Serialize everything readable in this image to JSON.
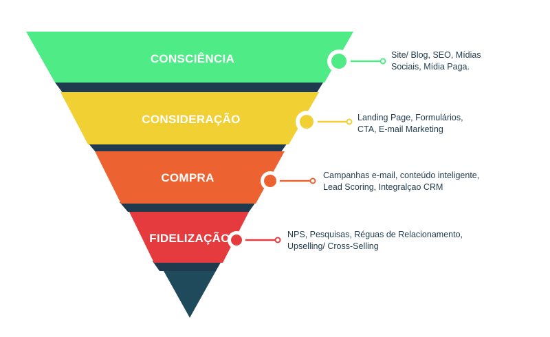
{
  "funnel": {
    "stages": [
      {
        "label": "CONSCIÊNCIA",
        "color": "#4eeb86",
        "lines": [
          "Site/ Blog, SEO, Mídias",
          "Sociais, Mídia Paga."
        ]
      },
      {
        "label": "CONSIDERAÇÃO",
        "color": "#f1d033",
        "lines": [
          "Landing Page, Formulários,",
          "CTA, E-mail Marketing"
        ]
      },
      {
        "label": "COMPRA",
        "color": "#ec6230",
        "lines": [
          "Campanhas e-mail, conteúdo inteligente,",
          "Lead Scoring, Integralçao CRM"
        ]
      },
      {
        "label": "FIDELIZAÇÃO",
        "color": "#e63b3e",
        "lines": [
          "NPS, Pesquisas, Réguas de Relacionamento,",
          "Upselling/ Cross-Selling"
        ]
      }
    ],
    "tip_color": "#1e4a5c",
    "shadow_color": "#1e3a4c"
  }
}
